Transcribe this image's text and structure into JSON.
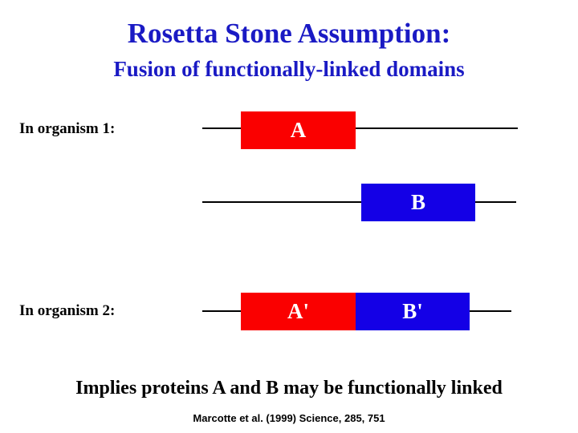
{
  "slide": {
    "background_color": "#ffffff",
    "title": "Rosetta Stone Assumption:",
    "subtitle": "Fusion of functionally-linked domains",
    "title_color": "#1a1ac4",
    "conclusion": "Implies proteins A and B may be functionally linked",
    "citation": "Marcotte et al. (1999) Science, 285, 751"
  },
  "diagram": {
    "rows": [
      {
        "label": "In organism 1:",
        "domains": [
          {
            "name": "A",
            "color": "#fa0000",
            "type": "red-domain"
          }
        ]
      },
      {
        "label": "",
        "domains": [
          {
            "name": "B",
            "color": "#1400e6",
            "type": "blue-domain"
          }
        ]
      },
      {
        "label": "In organism 2:",
        "domains": [
          {
            "name": "A'",
            "color": "#fa0000",
            "type": "red-domain"
          },
          {
            "name": "B'",
            "color": "#1400e6",
            "type": "blue-domain"
          }
        ]
      }
    ],
    "line_color": "#000000",
    "domain_label_color": "#ffffff"
  }
}
